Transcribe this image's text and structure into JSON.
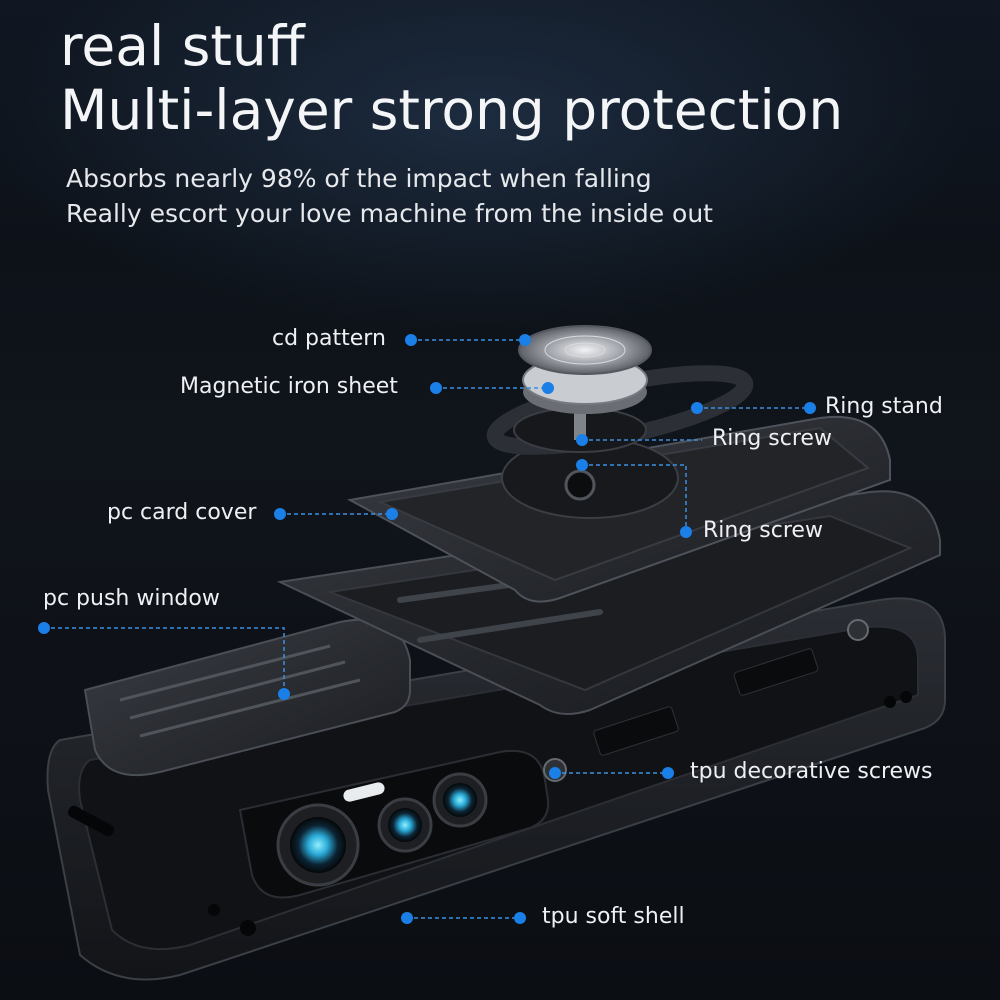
{
  "headline": {
    "line1": "real stuff",
    "line2": "Multi-layer strong protection"
  },
  "subheadline": {
    "line1": "Absorbs nearly 98% of the impact when falling",
    "line2": "Really escort your love machine from the inside out"
  },
  "callouts": {
    "cd_pattern": "cd pattern",
    "magnetic_iron_sheet": "Magnetic iron sheet",
    "ring_stand": "Ring stand",
    "ring_screw_upper": "Ring screw",
    "pc_card_cover": "pc card cover",
    "ring_screw_lower": "Ring screw",
    "pc_push_window": "pc push window",
    "tpu_decorative_screws": "tpu decorative screws",
    "tpu_soft_shell": "tpu soft shell"
  },
  "colors": {
    "accent_dot": "#1a7fe6",
    "leader_line": "#3a8fe0",
    "text": "#eef0f3",
    "case_black": "#1b1d21",
    "lens_cyan": "#39c4e8"
  }
}
